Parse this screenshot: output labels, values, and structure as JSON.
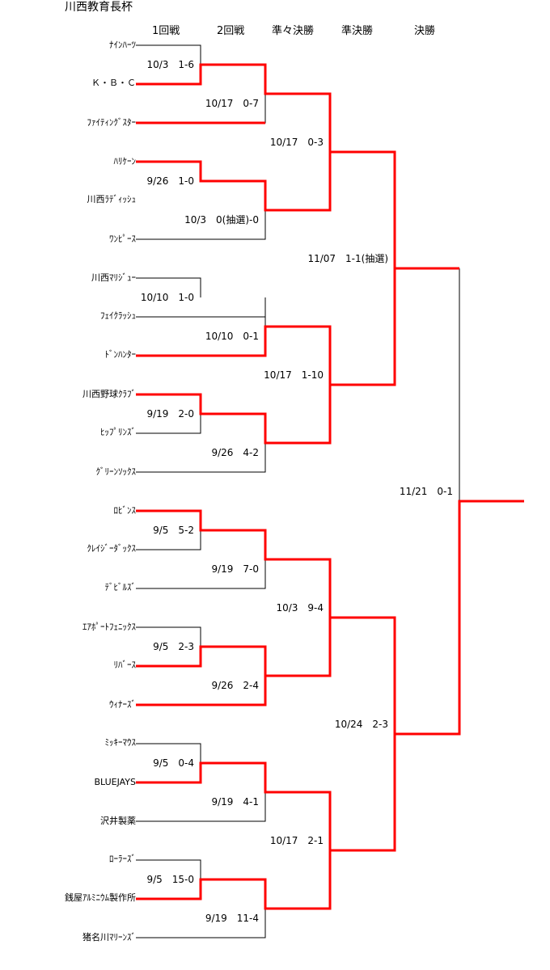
{
  "title": "川西教育長杯",
  "rounds": [
    "1回戦",
    "2回戦",
    "準々決勝",
    "準決勝",
    "決勝"
  ],
  "teams": [
    "ﾅｲﾝﾊｰﾂ",
    "Ｋ・Ｂ・Ｃ",
    "ﾌｧｲﾃｨﾝｸﾞｽﾀｰ",
    "ﾊﾘｹｰﾝ",
    "川西ﾗﾃﾞｨｯｼｭ",
    "ﾜﾝﾋﾟｰｽ",
    "川西ﾏﾘｼﾞｭｰ",
    "ﾌｪｲｸﾗｯｼｭ",
    "ﾄﾞﾝﾊﾝﾀｰ",
    "川西野球ｸﾗﾌﾞ",
    "ﾋｯﾌﾟﾘﾝｽﾞ",
    "ｸﾞﾘｰﾝｿｯｸｽ",
    "ﾛﾋﾞﾝｽ",
    "ｸﾚｲｼﾞｰﾀﾞｯｸｽ",
    "ﾃﾞﾋﾞﾙｽﾞ",
    "ｴｱﾎﾟｰﾄﾌｪﾆｯｸｽ",
    "ﾘﾊﾞｰｽ",
    "ｳｨﾅｰｽﾞ",
    "ﾐｯｷｰﾏｳｽ",
    "BLUEJAYS",
    "沢井製薬",
    "ﾛｰﾗｰｽﾞ",
    "銭屋ｱﾙﾐﾆｳﾑ製作所",
    "猪名川ﾏﾘｰﾝｽﾞ"
  ],
  "scores": [
    "10/3　1-6",
    "10/17　0-7",
    "10/17　0-3",
    "9/26　1-0",
    "10/3　0(抽選)-0",
    "11/07　1-1(抽選)",
    "10/10　1-0",
    "10/10　0-1",
    "10/17　1-10",
    "9/19　2-0",
    "9/26　4-2",
    "11/21　0-1",
    "9/5　5-2",
    "9/19　7-0",
    "10/3　9-4",
    "9/5　2-3",
    "9/26　2-4",
    "10/24　2-3",
    "9/5　0-4",
    "9/19　4-1",
    "10/17　2-1",
    "9/5　15-0",
    "9/19　11-4"
  ],
  "colors": {
    "winner_line": "#ff0000",
    "loser_line": "#000000",
    "background": "#ffffff"
  }
}
